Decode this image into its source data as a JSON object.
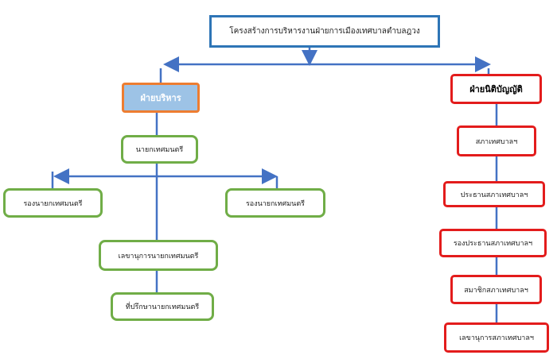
{
  "title": "โครงสร้างการบริหารงานฝ่ายการเมืองเทศบาลตำบลฎวง",
  "executive": {
    "head": "ฝ่ายบริหาร",
    "mayor": "นายกเทศมนตรี",
    "deputy_left": "รองนายกเทศมนตรี",
    "deputy_right": "รองนายกเทศมนตรี",
    "secretary": "เลขานุการนายกเทศมนตรี",
    "advisor": "ที่ปรึกษานายกเทศมนตรี"
  },
  "legislative": {
    "head": "ฝ่ายนิติบัญญัติ",
    "items": [
      "สภาเทศบาลฯ",
      "ประธานสภาเทศบาลฯ",
      "รองประธานสภาเทศบาลฯ",
      "สมาชิกสภาเทศบาลฯ",
      "เลขานุการสภาเทศบาลฯ"
    ]
  },
  "colors": {
    "line": "#4472c4",
    "title_border": "#2e75b6",
    "exec_border": "#ed7d31",
    "exec_fill": "#9dc3e6",
    "green_border": "#70ad47",
    "red_border": "#e31c1c"
  }
}
